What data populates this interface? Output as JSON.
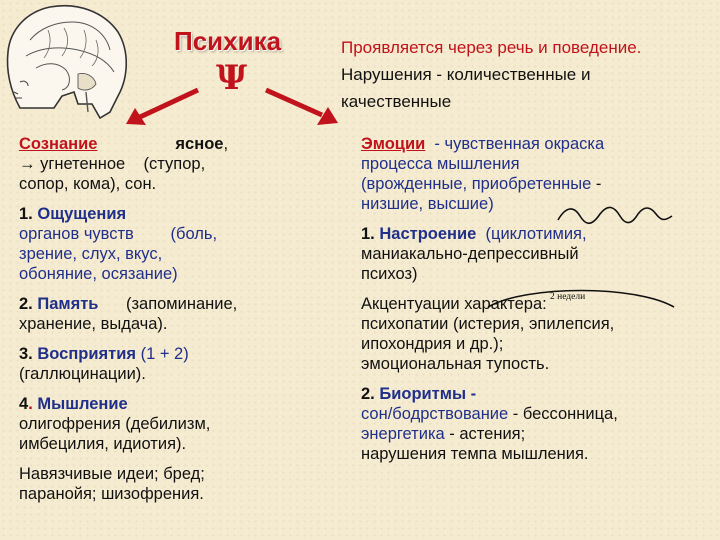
{
  "header": {
    "title": "Психика",
    "symbol": "Ψ",
    "intro_line1": "Проявляется через речь и поведение.",
    "intro_line2": "Нарушения - количественные и",
    "intro_line3": "качественные"
  },
  "left": {
    "consciousness": {
      "term": "Сознание",
      "state": "ясное",
      "tail": ",",
      "arrow": "→",
      "line": " угнетенное    (ступор,",
      "line2": "сопор, кома), сон."
    },
    "sensation": {
      "num": "1.",
      "term": "Ощущения",
      "line1": "органов чувств        (боль,",
      "line2": "зрение, слух, вкус,",
      "line3": "обоняние, осязание)"
    },
    "memory": {
      "num": "2.",
      "term": "Память",
      "rest": "      (запоминание,",
      "line2": "хранение, выдача)."
    },
    "perception": {
      "num": "3.",
      "term": "Восприятия",
      "paren": " (1 + 2)",
      "line2": "(галлюцинации)."
    },
    "thinking": {
      "num": "4",
      "dot": ".",
      "term": "Мышление",
      "line1": "олигофрения (дебилизм,",
      "line2": "имбецилия, идиотия)."
    },
    "obsessive": {
      "line1": "Навязчивые идеи; бред;",
      "line2": "паранойя; шизофрения."
    }
  },
  "right": {
    "emotions": {
      "term": "Эмоции",
      "rest": "  - чувственная окраска",
      "line2": "процесса мышления",
      "line3_blue": "(врожденные, приобретенные",
      "line3_black": " -",
      "line4": "низшие, высшие)"
    },
    "mood": {
      "num": "1.",
      "term": "Настроение",
      "paren": "  (циклотимия,",
      "line2": "маниакально-депрессивный",
      "line3": "психоз)",
      "weeks": "2 недели"
    },
    "accentuation": {
      "line1": "Акцентуации характера:",
      "line2": "психопатии (истерия, эпилепсия,",
      "line3": "ипохондрия и др.);",
      "line4": "эмоциональная тупость."
    },
    "biorhythms": {
      "num": "2.",
      "term": "Биоритмы -",
      "sleep": "сон/бодрствование",
      "sleep_rest": " - бессонница,",
      "energy": "энергетика",
      "energy_rest": " - астения;",
      "line3": "нарушения темпа мышления."
    }
  },
  "colors": {
    "red": "#c0131b",
    "blue": "#1f2f8a",
    "background": "#f5ebd0"
  },
  "icons": [
    "head-anatomy-icon",
    "arrow-left-down-icon",
    "arrow-right-down-icon",
    "wave-icon",
    "arc-icon"
  ]
}
